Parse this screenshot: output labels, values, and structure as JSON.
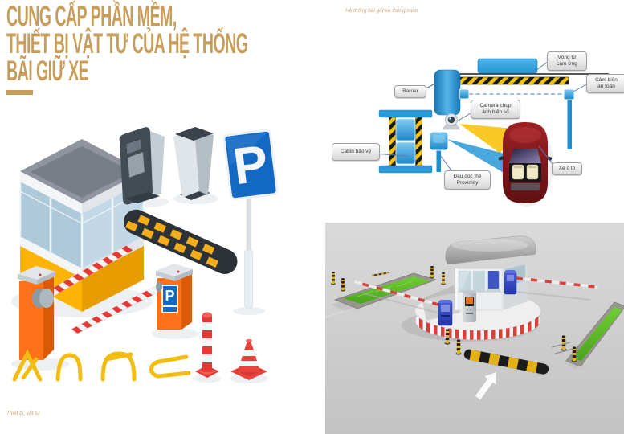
{
  "slide": {
    "title_lines": [
      "CUNG CẤP PHẦN MỀM,",
      "THIẾT BỊ VẬT TƯ CỦA HỆ THỐNG",
      "BÃI GIỮ XE"
    ],
    "caption_top_right": "Hệ thống bãi giữ xe thông minh",
    "caption_bottom_left": "Thiết bị, vật tư"
  },
  "colors": {
    "accent_gold": "#C79D5B",
    "diagram_blue": "#2196D3",
    "hazard_yellow": "#F5C400",
    "barrier_orange": "#FF7119",
    "alert_red": "#E53935",
    "sign_blue": "#1268C3",
    "grass_green": "#5FBF2F",
    "photo_background_gray": "#CCCCCC"
  },
  "diagram": {
    "labels": {
      "barrier": "Barrier",
      "camera_line1": "Camera chụp",
      "camera_line2": "ảnh biển số",
      "cabin": "Cabin bảo vệ",
      "reader_line1": "Đầu đọc thẻ",
      "reader_line2": "Proximity",
      "car": "Xe ô tô",
      "loop_line1": "Vòng từ",
      "loop_line2": "cảm ứng",
      "sensor_line1": "Cảm biến",
      "sensor_line2": "an toàn"
    }
  },
  "illustration": {
    "parking_sign_letter": "P",
    "barrier_kiosk_sign_letter": "P"
  }
}
